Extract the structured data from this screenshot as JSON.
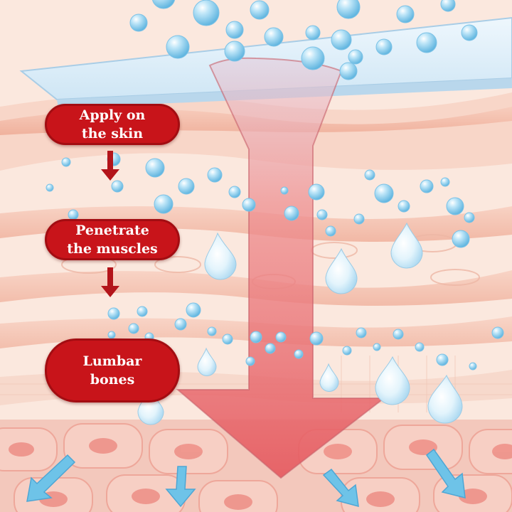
{
  "steps": [
    {
      "line1": "Apply on",
      "line2": "the skin"
    },
    {
      "line1": "Penetrate",
      "line2": "the muscles"
    },
    {
      "line1": "Lumbar",
      "line2": "bones"
    }
  ],
  "colors": {
    "label_fill": "#c8141a",
    "arrow_red": "#b3141a",
    "drop_blue": "#8fd0ee",
    "patch_blue": "#d6ecf8",
    "skin_light": "#fbe6dc",
    "skin_band": "#f2b9a6",
    "cell_pink": "#f6c0b4",
    "cell_nucleus": "#ee8e86",
    "blue_arrow": "#6ec3e8"
  },
  "icons": [
    "water-drop-icon",
    "down-arrow-icon",
    "blue-arrow-icon"
  ]
}
